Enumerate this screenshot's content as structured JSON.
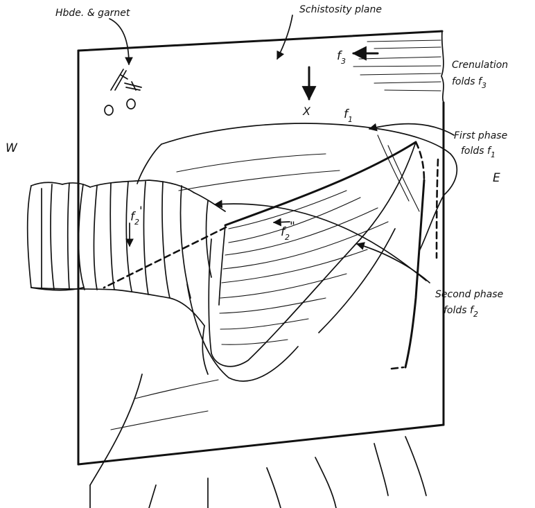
{
  "labels": {
    "hbde_garnet": "Hbde. & garnet",
    "schistosity_plane": "Schistosity plane",
    "f3_letter": "f",
    "f3_sub": "3",
    "crenulation_line1": "Crenulation",
    "crenulation_line2": "folds f",
    "crenulation_sub": "3",
    "x_axis": "X",
    "f1_letter": "f",
    "f1_sub": "1",
    "first_phase_line1": "First phase",
    "first_phase_line2": "folds f",
    "first_phase_sub": "1",
    "west": "W",
    "east": "E",
    "f2p_letter": "f",
    "f2p_sub": "2",
    "f2p_mark": "'",
    "f2pp_letter": "f",
    "f2pp_sub": "2",
    "f2pp_mark": "\"",
    "second_phase_line1": "Second phase",
    "second_phase_line2": "folds f",
    "second_phase_sub": "2"
  },
  "colors": {
    "ink": "#111111",
    "paper": "#ffffff"
  }
}
